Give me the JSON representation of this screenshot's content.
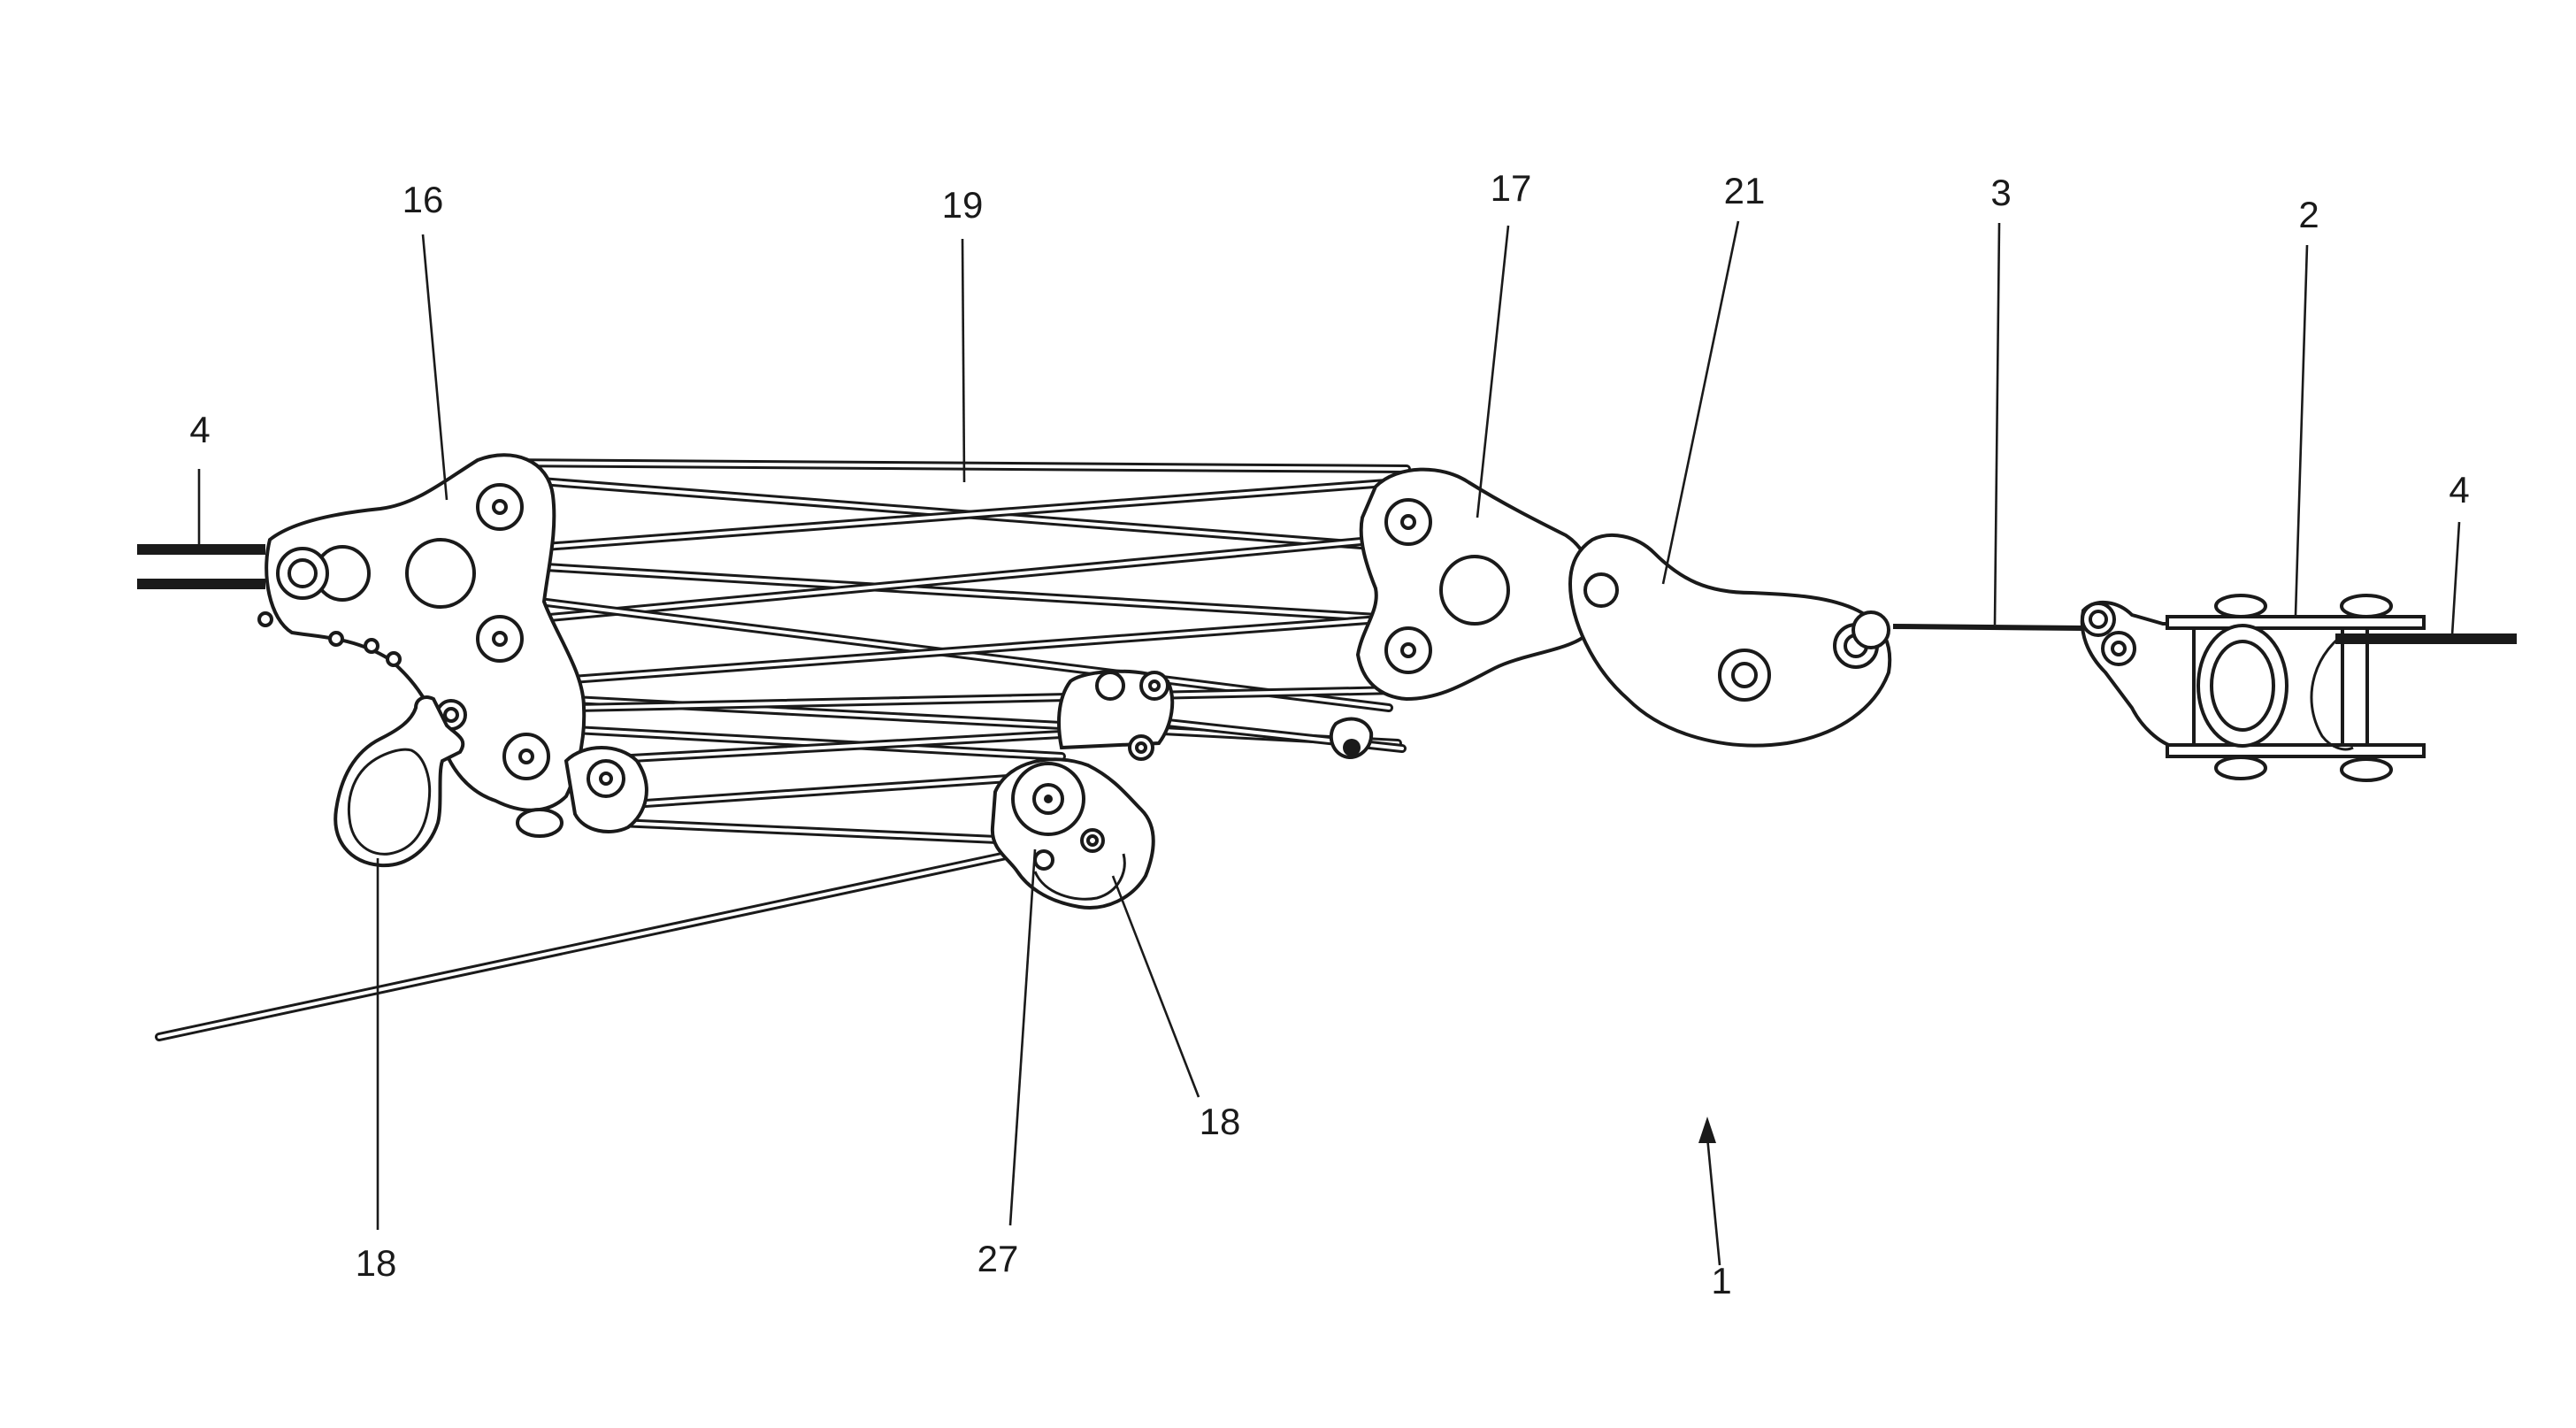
{
  "figure": {
    "labels": {
      "ref_4_left": "4",
      "ref_16": "16",
      "ref_19": "19",
      "ref_17": "17",
      "ref_21": "21",
      "ref_3": "3",
      "ref_2": "2",
      "ref_4_right": "4",
      "ref_18_left": "18",
      "ref_27": "27",
      "ref_18_center": "18",
      "ref_1": "1"
    },
    "colors": {
      "line": "#1a1a1a",
      "background": "#ffffff"
    }
  }
}
